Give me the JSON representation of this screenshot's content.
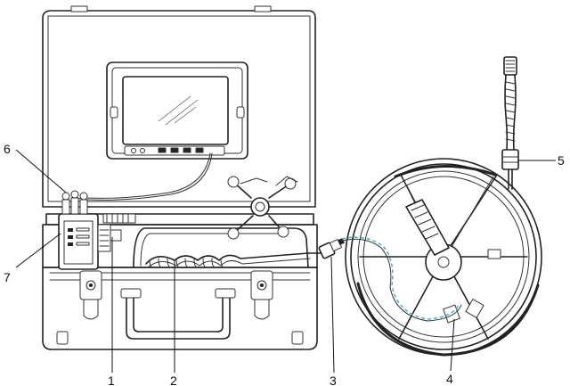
{
  "callouts": [
    {
      "id": "1",
      "label": "1"
    },
    {
      "id": "2",
      "label": "2"
    },
    {
      "id": "3",
      "label": "3"
    },
    {
      "id": "4",
      "label": "4"
    },
    {
      "id": "5",
      "label": "5"
    },
    {
      "id": "6",
      "label": "6"
    },
    {
      "id": "7",
      "label": "7"
    }
  ],
  "colors": {
    "line": "#222222",
    "cable_dashed": "#4aa8b8",
    "background": "#ffffff"
  }
}
